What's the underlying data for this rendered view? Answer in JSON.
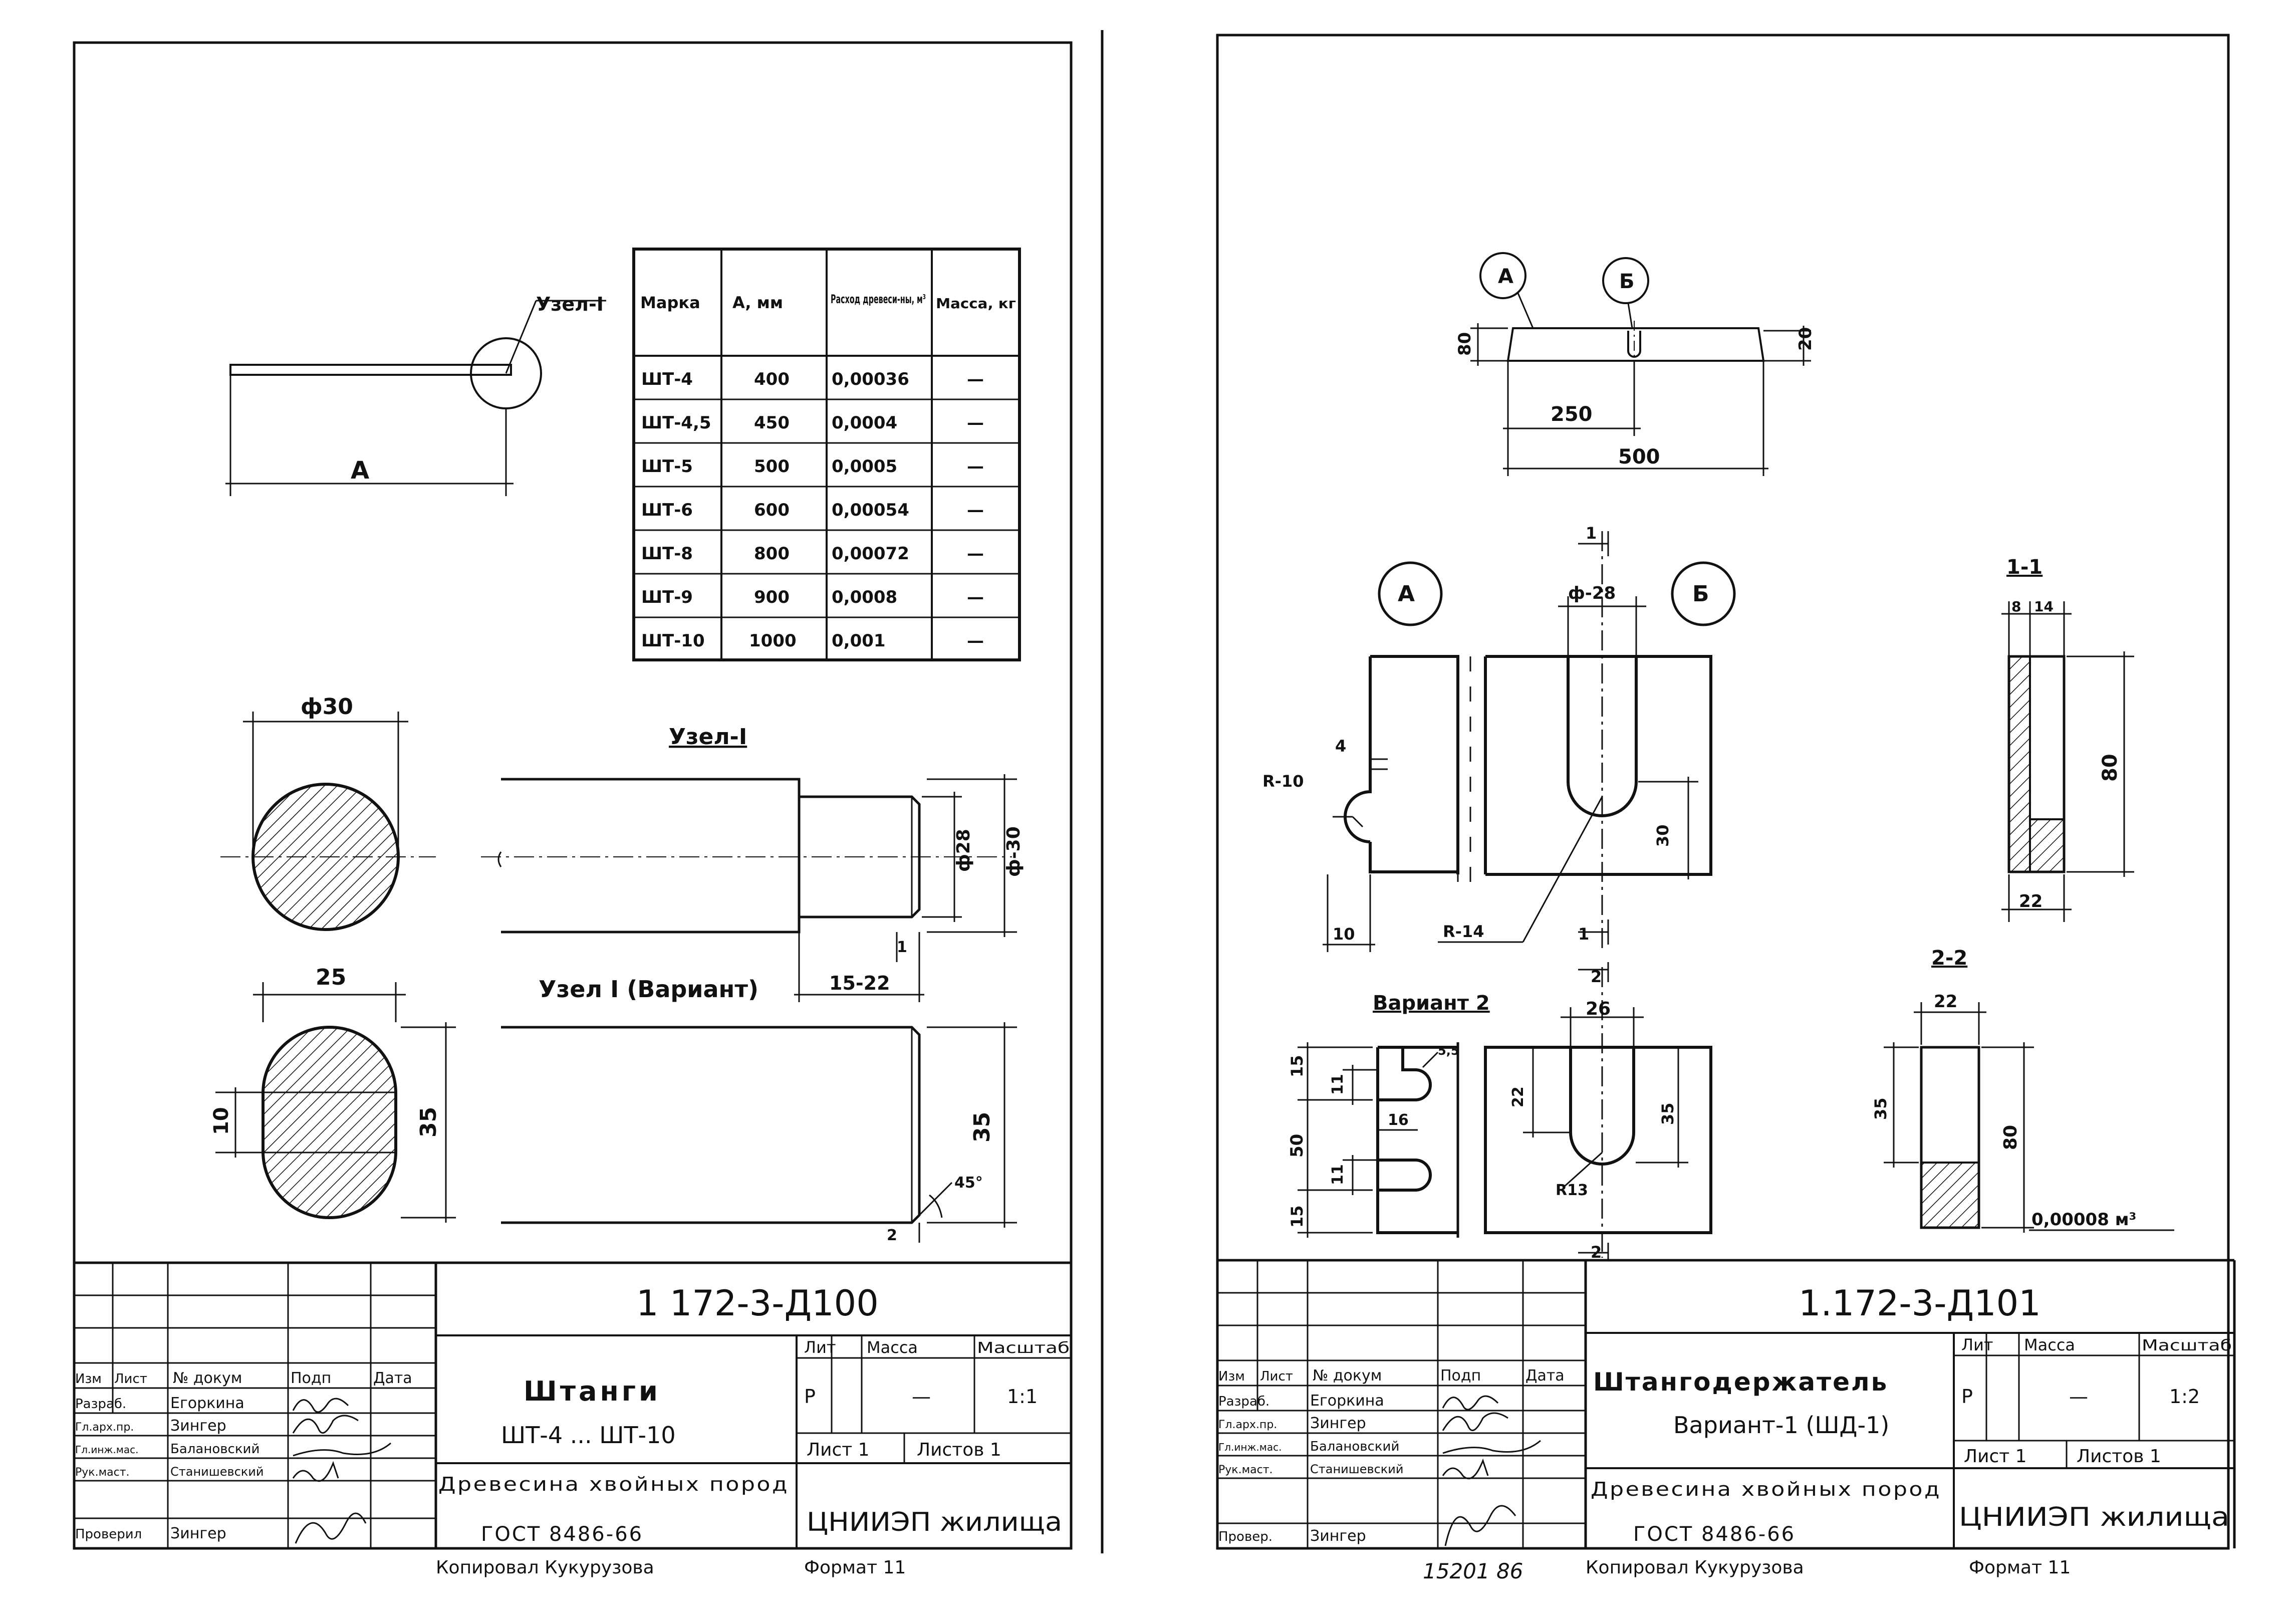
{
  "left_sheet": {
    "node_callout": "Узел-I",
    "dim_a": "A",
    "table": {
      "headers": [
        "Марка",
        "A, мм",
        "Расход древеси-ны, м³",
        "Масса, кг"
      ],
      "rows": [
        [
          "ШТ-4",
          "400",
          "0,00036",
          "—"
        ],
        [
          "ШТ-4,5",
          "450",
          "0,0004",
          "—"
        ],
        [
          "ШТ-5",
          "500",
          "0,0005",
          "—"
        ],
        [
          "ШТ-6",
          "600",
          "0,00054",
          "—"
        ],
        [
          "ШТ-8",
          "800",
          "0,00072",
          "—"
        ],
        [
          "ШТ-9",
          "900",
          "0,0008",
          "—"
        ],
        [
          "ШТ-10",
          "1000",
          "0,001",
          "—"
        ]
      ]
    },
    "section_dia": "ф30",
    "node_title": "Узел-I",
    "dim_d28": "ф28",
    "dim_d30": "ф-30",
    "dim_1": "1",
    "node_variant_title": "Узел I (Вариант)",
    "dim_15_22": "15-22",
    "oval_w": "25",
    "oval_h": "35",
    "oval_inner": "10",
    "dim_35": "35",
    "dim_2": "2",
    "dim_45": "45°",
    "stamp": {
      "code": "1 172-3-Д100",
      "title": "Штанги",
      "subtitle": "ШТ-4 ... ШТ-10",
      "material": "Древесина хвойных пород",
      "gost": "ГОСТ 8486-66",
      "org": "ЦНИИЭП жилища",
      "lit_h": "Лит",
      "mass_h": "Масса",
      "scale_h": "Масштаб",
      "lit": "Р",
      "mass": "—",
      "scale": "1:1",
      "sheet": "Лист 1",
      "sheets": "Листов 1",
      "h_izm": "Изм",
      "h_list": "Лист",
      "h_doc": "№ докум",
      "h_sign": "Подп",
      "h_date": "Дата",
      "roles": [
        "Разраб.",
        "Гл.арх.пр.",
        "Гл.инж.мас.",
        "Рук.маст.",
        "Проверил"
      ],
      "names": [
        "Егоркина",
        "Зингер",
        "Балановский",
        "Станишевский",
        "Зингер"
      ]
    },
    "copied": "Копировал Кукурузова",
    "format": "Формат 11"
  },
  "right_sheet": {
    "top_dim_80": "80",
    "top_dim_20": "20",
    "dim_250": "250",
    "dim_500": "500",
    "callout_a": "А",
    "callout_b": "Б",
    "sec1_mark": "1",
    "dia28": "ф-28",
    "r10": "R-10",
    "d4": "4",
    "d10": "10",
    "d30": "30",
    "r14": "R-14",
    "sec1_title": "1-1",
    "s1_8": "8",
    "s1_14": "14",
    "s1_80": "80",
    "s1_22": "22",
    "var2_title": "Вариант 2",
    "sec2_mark": "2",
    "d26": "26",
    "d15a": "15",
    "d11a": "11",
    "d55": "5,5",
    "d16": "16",
    "d50": "50",
    "d11b": "11",
    "d15b": "15",
    "d22v": "22",
    "d35v": "35",
    "r13": "R13",
    "sec2_title": "2-2",
    "s2_22": "22",
    "s2_35": "35",
    "s2_80": "80",
    "volume": "0,00008 м³",
    "stamp": {
      "code": "1.172-3-Д101",
      "title": "Штангодержатель",
      "subtitle": "Вариант-1 (ШД-1)",
      "material": "Древесина хвойных пород",
      "gost": "ГОСТ 8486-66",
      "org": "ЦНИИЭП жилища",
      "lit_h": "Лит",
      "mass_h": "Масса",
      "scale_h": "Масштаб",
      "lit": "Р",
      "mass": "—",
      "scale": "1:2",
      "sheet": "Лист 1",
      "sheets": "Листов 1",
      "h_izm": "Изм",
      "h_list": "Лист",
      "h_doc": "№ докум",
      "h_sign": "Подп",
      "h_date": "Дата",
      "roles": [
        "Разраб.",
        "Гл.арх.пр.",
        "Гл.инж.мас.",
        "Рук.маст.",
        "Провер."
      ],
      "names": [
        "Егоркина",
        "Зингер",
        "Балановский",
        "Станишевский",
        "Зингер"
      ]
    },
    "stamp_number": "15201 86",
    "copied": "Копировал Кукурузова",
    "format": "Формат 11"
  }
}
